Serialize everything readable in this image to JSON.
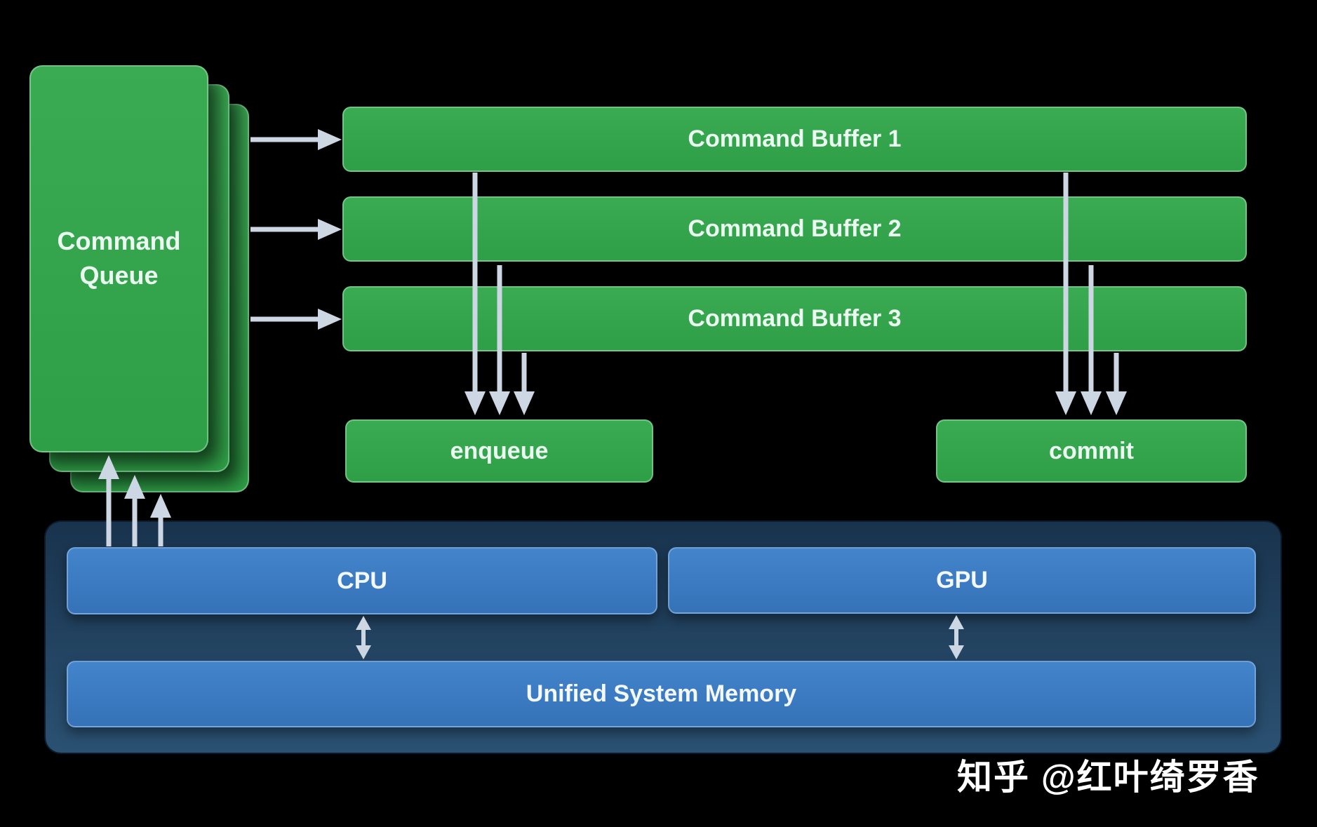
{
  "colors": {
    "background": "#000000",
    "green_hi": "#3aab53",
    "green_lo": "#2f9f47",
    "green_edge": "rgba(165,222,180,0.55)",
    "blue_hi": "#4384cb",
    "blue_lo": "#3572b8",
    "blue_edge": "rgba(170,200,235,0.5)",
    "panel_top": "#19334d",
    "panel_bottom": "#2b5172",
    "panel_edge": "rgba(10,22,38,0.9)",
    "arrow": "#cdd6e3",
    "text_on_green": "#eafaf0",
    "text_on_blue": "#f3f8fd",
    "watermark_text": "#ffffff"
  },
  "command_queue": {
    "label": "Command Queue"
  },
  "command_buffers": [
    {
      "label": "Command Buffer 1"
    },
    {
      "label": "Command Buffer 2"
    },
    {
      "label": "Command Buffer 3"
    }
  ],
  "actions": {
    "enqueue_label": "enqueue",
    "commit_label": "commit"
  },
  "hardware": {
    "cpu_label": "CPU",
    "gpu_label": "GPU",
    "memory_label": "Unified System Memory"
  },
  "watermark": {
    "text": "知乎 @红叶绮罗香"
  },
  "icons": {
    "arrow_right": "arrow-right-icon",
    "arrow_down": "arrow-down-icon",
    "arrow_up": "arrow-up-icon",
    "arrow_double_vertical": "arrow-double-vertical-icon"
  }
}
